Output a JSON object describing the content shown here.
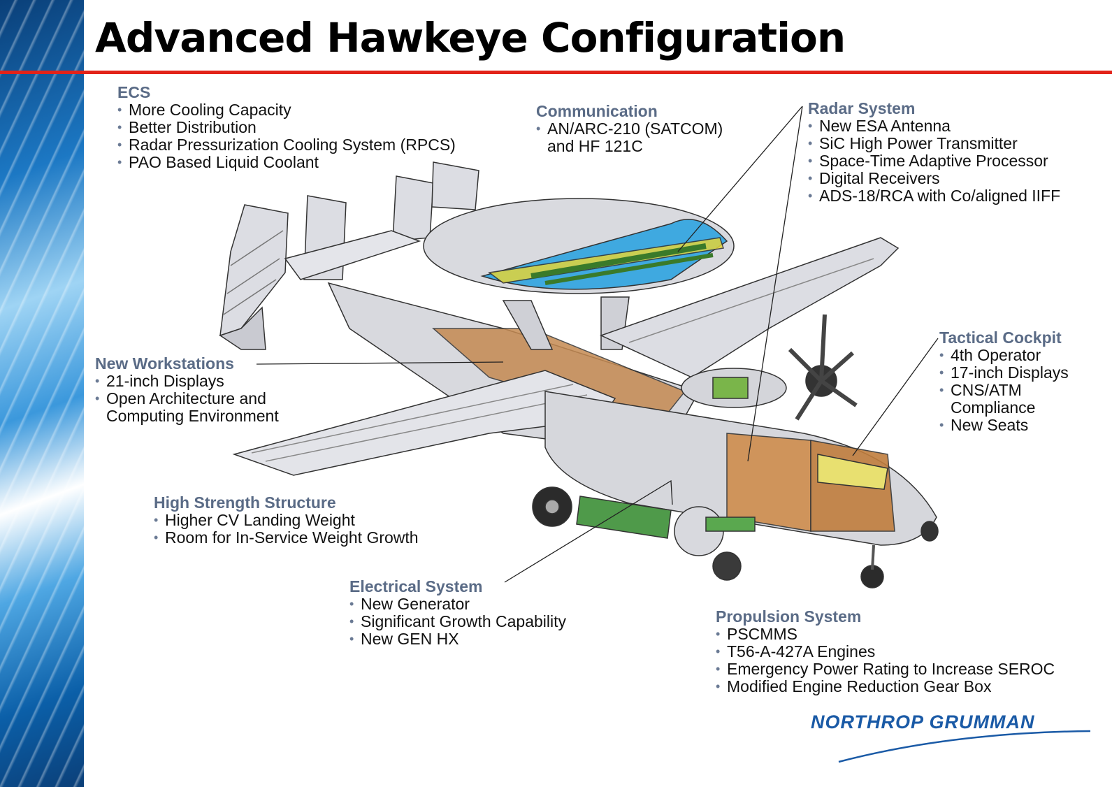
{
  "title": "Advanced Hawkeye Configuration",
  "colors": {
    "rule": "#e2231a",
    "heading": "#5a6b86",
    "brand": "#1a5aa6"
  },
  "callouts": {
    "ecs": {
      "heading": "ECS",
      "items": [
        "More Cooling Capacity",
        "Better Distribution",
        "Radar Pressurization Cooling System (RPCS)",
        "PAO Based Liquid Coolant"
      ]
    },
    "communication": {
      "heading": "Communication",
      "items": [
        "AN/ARC-210 (SATCOM)",
        "and HF 121C"
      ]
    },
    "radar": {
      "heading": "Radar System",
      "items": [
        "New ESA Antenna",
        "SiC High Power Transmitter",
        "Space-Time Adaptive Processor",
        "Digital Receivers",
        "ADS-18/RCA with Co/aligned IIFF"
      ]
    },
    "workstations": {
      "heading": "New Workstations",
      "items": [
        "21-inch Displays",
        "Open Architecture and",
        "Computing Environment"
      ]
    },
    "cockpit": {
      "heading": "Tactical Cockpit",
      "items": [
        "4th Operator",
        "17-inch Displays",
        "CNS/ATM",
        "Compliance",
        "New Seats"
      ]
    },
    "structure": {
      "heading": "High Strength Structure",
      "items": [
        "Higher CV Landing Weight",
        "Room for In-Service Weight Growth"
      ]
    },
    "electrical": {
      "heading": "Electrical System",
      "items": [
        "New Generator",
        "Significant Growth Capability",
        "New GEN HX"
      ]
    },
    "propulsion": {
      "heading": "Propulsion System",
      "items": [
        "PSCMMS",
        "T56-A-427A Engines",
        "Emergency Power Rating to Increase SEROC",
        "Modified Engine Reduction Gear Box"
      ]
    }
  },
  "logo": {
    "text": "NORTHROP GRUMMAN"
  }
}
